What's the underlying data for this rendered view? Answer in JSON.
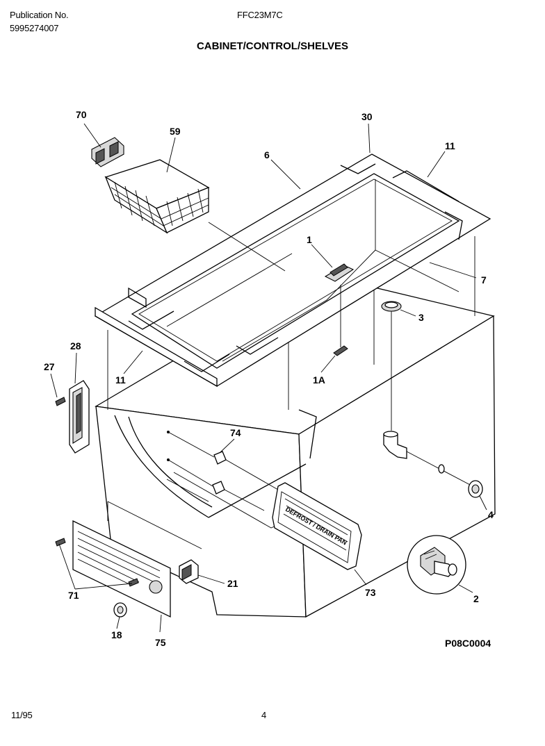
{
  "header": {
    "publication_label": "Publication No.",
    "publication_number": "5995274007",
    "model": "FFC23M7C",
    "section_title": "CABINET/CONTROL/SHELVES"
  },
  "footer": {
    "date": "11/95",
    "page": "4",
    "figure_code": "P08C0004"
  },
  "diagram": {
    "callouts": [
      "70",
      "59",
      "6",
      "30",
      "11",
      "1",
      "7",
      "3",
      "28",
      "27",
      "11",
      "1A",
      "74",
      "4",
      "73",
      "21",
      "2",
      "71",
      "18",
      "75"
    ],
    "decal_text": "DEFROST / DRAIN PAN"
  }
}
